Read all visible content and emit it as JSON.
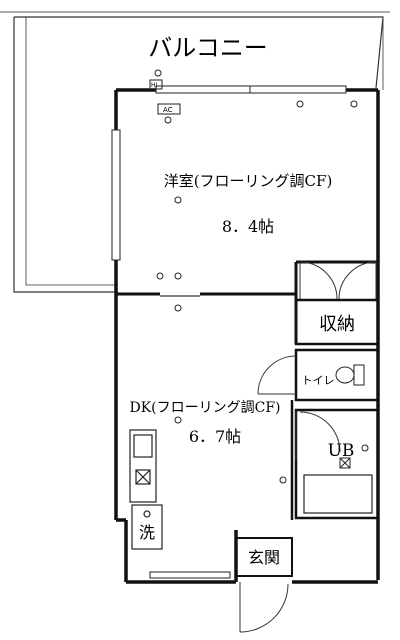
{
  "balcony": {
    "label": "バルコニー"
  },
  "western_room": {
    "label": "洋室(フローリング調CF)",
    "size": "8．4帖"
  },
  "storage": {
    "label": "収納"
  },
  "toilet": {
    "label": "トイレ"
  },
  "dk": {
    "label": "DK(フローリング調CF)",
    "size": "6．7帖"
  },
  "bath": {
    "label": "UB"
  },
  "washer": {
    "label": "洗"
  },
  "entrance": {
    "label": "玄関"
  },
  "tags": {
    "ac": "AC",
    "hj": "HJ"
  }
}
